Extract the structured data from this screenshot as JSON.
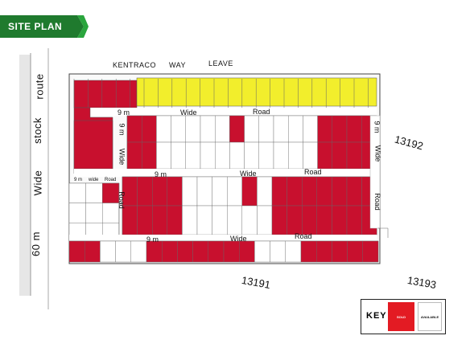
{
  "banner": {
    "title": "SITE PLAN",
    "bg_color": "#1f7a2e",
    "accent_color": "#2aa53d"
  },
  "top_labels": {
    "kentraco": "KENTRACO",
    "way": "WAY",
    "leave": "LEAVE"
  },
  "left_road": {
    "width": "60 m",
    "wide": "Wide",
    "stock": "stock",
    "route": "route"
  },
  "roads": [
    {
      "width": "9 m",
      "wide": "Wide",
      "road": "Road"
    },
    {
      "width": "9 m",
      "wide": "Wide",
      "road": "Road"
    },
    {
      "width": "9 m",
      "wide": "Wide",
      "road": "Road"
    }
  ],
  "small_road": {
    "width": "9 m",
    "wide": "wide",
    "road": "Road"
  },
  "neighbor_plots": [
    "13192",
    "13191",
    "13193"
  ],
  "key": {
    "title": "KEY",
    "sold": "SOLD",
    "available": "AVAILABLE"
  },
  "colors": {
    "sold": "#c8102e",
    "available": "#ffffff",
    "premium": "#f2ee2c",
    "road_band": "#e6e6e6"
  }
}
